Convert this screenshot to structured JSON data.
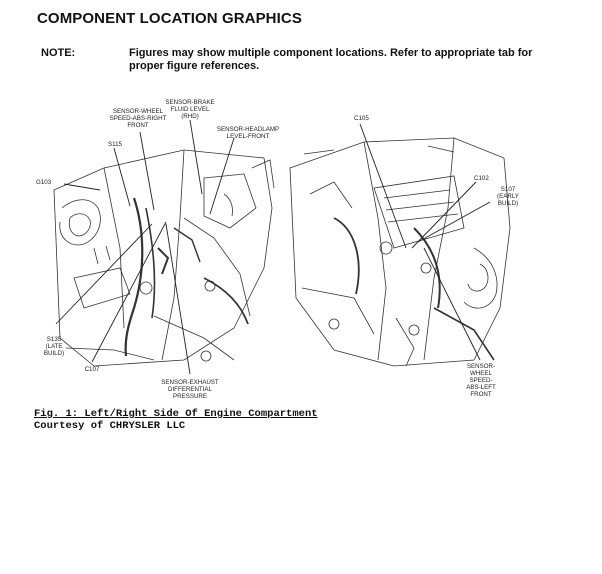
{
  "heading": "COMPONENT LOCATION GRAPHICS",
  "note": {
    "label": "NOTE:",
    "text": "Figures may show multiple component locations. Refer to appropriate tab for proper figure references."
  },
  "figure": {
    "callouts": {
      "sensor_brake_1": "SENSOR-BRAKE",
      "sensor_brake_2": "FLUID LEVEL",
      "sensor_brake_3": "(RHD)",
      "sensor_wheel_rf_1": "SENSOR-WHEEL",
      "sensor_wheel_rf_2": "SPEED-ABS-RIGHT",
      "sensor_wheel_rf_3": "FRONT",
      "sensor_headlamp_1": "SENSOR-HEADLAMP",
      "sensor_headlamp_2": "LEVEL-FRONT",
      "s115": "S115",
      "g103": "G103",
      "s135_1": "S135",
      "s135_2": "(LATE",
      "s135_3": "BUILD)",
      "c107": "C107",
      "sensor_exhaust_1": "SENSOR-EXHAUST",
      "sensor_exhaust_2": "DIFFERENTIAL",
      "sensor_exhaust_3": "PRESSURE",
      "c105": "C105",
      "c102": "C102",
      "s107_1": "S107",
      "s107_2": "(EARLY",
      "s107_3": "BUILD)",
      "sensor_wheel_lf_1": "SENSOR-",
      "sensor_wheel_lf_2": "WHEEL",
      "sensor_wheel_lf_3": "SPEED-",
      "sensor_wheel_lf_4": "ABS-LEFT",
      "sensor_wheel_lf_5": "FRONT"
    }
  },
  "caption": {
    "title": "Fig. 1: Left/Right Side Of Engine Compartment",
    "courtesy": "Courtesy of CHRYSLER LLC"
  }
}
